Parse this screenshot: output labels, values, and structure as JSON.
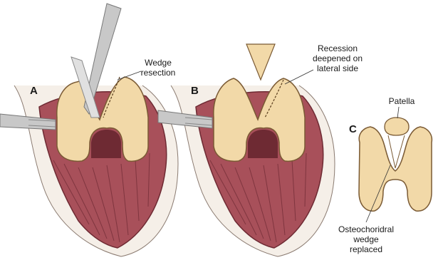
{
  "panels": {
    "a": "A",
    "b": "B",
    "c": "C"
  },
  "labels": {
    "wedge_resection": [
      "Wedge",
      "resection"
    ],
    "recession": [
      "Recession",
      "deepened on",
      "lateral side"
    ],
    "patella": "Patella",
    "osteochondral": [
      "Osteochoridral",
      "wedge",
      "replaced"
    ]
  },
  "colors": {
    "bone": "#f2d9a8",
    "bone_outline": "#7a5a34",
    "muscle": "#a8505a",
    "muscle_dark": "#6e2a33",
    "skin": "#f5efe8",
    "instrument": "#c8c8c8"
  }
}
